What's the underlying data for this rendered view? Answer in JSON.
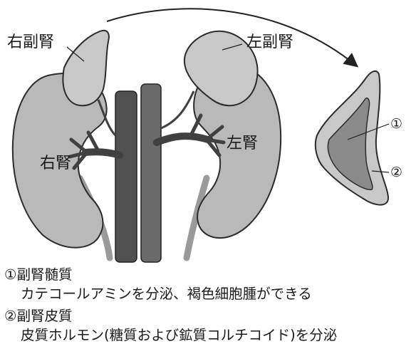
{
  "diagram": {
    "labels": {
      "right_adrenal": "右副腎",
      "left_adrenal": "左副腎",
      "right_kidney": "右腎",
      "left_kidney": "左腎",
      "marker_1": "①",
      "marker_2": "②"
    }
  },
  "legend": {
    "items": [
      {
        "title": "①副腎髄質",
        "description": "カテコールアミンを分泌、褐色細胞腫ができる"
      },
      {
        "title": "②副腎皮質",
        "description": "皮質ホルモン(糖質および鉱質コルチコイド)を分泌"
      }
    ]
  }
}
